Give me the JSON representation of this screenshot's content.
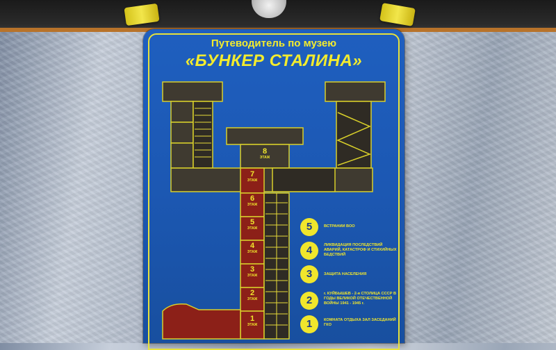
{
  "board": {
    "title_line1": "Путеводитель по музею",
    "title_line2": "«БУНКЕР СТАЛИНА»"
  },
  "floors": [
    {
      "number": "8",
      "word": "ЭТАЖ"
    },
    {
      "number": "7",
      "word": "ЭТАЖ"
    },
    {
      "number": "6",
      "word": "ЭТАЖ"
    },
    {
      "number": "5",
      "word": "ЭТАЖ"
    },
    {
      "number": "4",
      "word": "ЭТАЖ"
    },
    {
      "number": "3",
      "word": "ЭТАЖ"
    },
    {
      "number": "2",
      "word": "ЭТАЖ"
    },
    {
      "number": "1",
      "word": "ЭТАЖ"
    }
  ],
  "legend": [
    {
      "number": "5",
      "text": "ВСТРАНИИ ВОО"
    },
    {
      "number": "4",
      "text": "ЛИКВИДАЦИЯ ПОСЛЕДСТВИЙ АВАРИЙ, КАТАСТРОФ И СТИХИЙНЫХ БЕДСТВИЙ"
    },
    {
      "number": "3",
      "text": "ЗАЩИТА НАСЕЛЕНИЯ"
    },
    {
      "number": "2",
      "text": "г. КУЙБЫШЕВ - 2-я СТОЛИЦА СССР В ГОДЫ ВЕЛИКОЙ ОТЕЧЕСТВЕННОЙ ВОЙНЫ 1941 - 1945 г."
    },
    {
      "number": "1",
      "text": "КОМНАТА ОТДЫХА ЗАЛ ЗАСЕДАНИЙ ГКО"
    }
  ],
  "colors": {
    "board": "#1c58b3",
    "accent": "#f0e62c",
    "floor_red": "#8c2018",
    "room_dark": "#3f3a30"
  }
}
